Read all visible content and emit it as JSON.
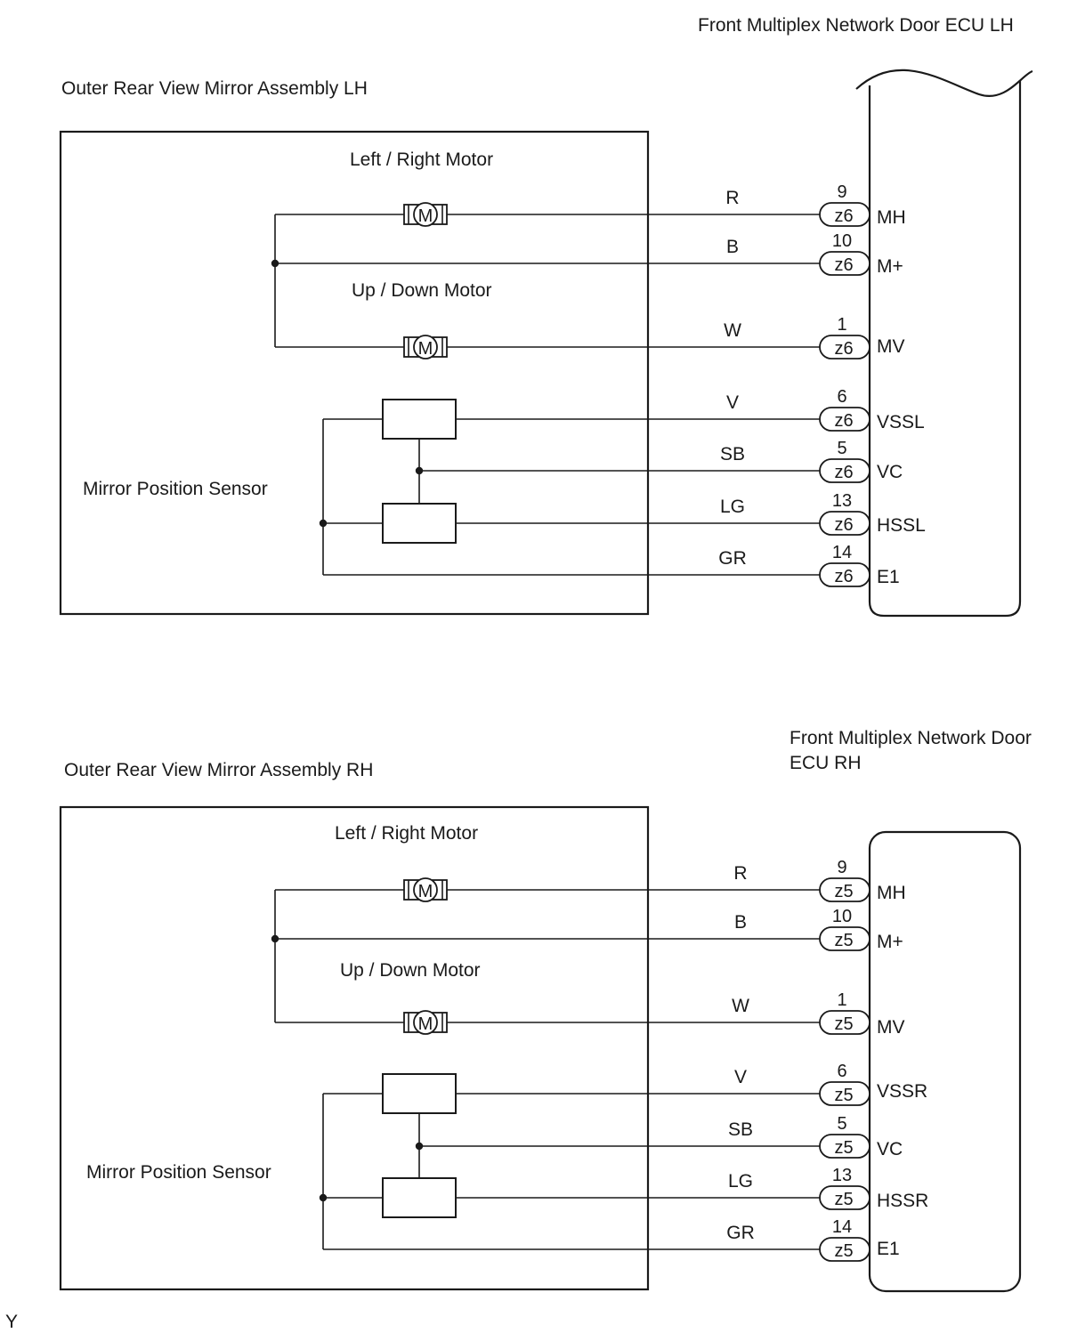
{
  "footer_mark": "Y",
  "circuits": [
    {
      "id": "lh",
      "assembly_title": "Outer Rear View Mirror Assembly LH",
      "ecu_title_lines": [
        "Front Multiplex Network Door ECU LH"
      ],
      "lr_motor_label": "Left  / Right Motor",
      "ud_motor_label": "Up / Down Motor",
      "sensor_label": "Mirror Position Sensor",
      "motor_symbol": "M",
      "connector": "z6",
      "wires": [
        {
          "color": "R",
          "pin": "9",
          "terminal": "MH"
        },
        {
          "color": "B",
          "pin": "10",
          "terminal": "M+"
        },
        {
          "color": "W",
          "pin": "1",
          "terminal": "MV"
        },
        {
          "color": "V",
          "pin": "6",
          "terminal": "VSSL"
        },
        {
          "color": "SB",
          "pin": "5",
          "terminal": "VC"
        },
        {
          "color": "LG",
          "pin": "13",
          "terminal": "HSSL"
        },
        {
          "color": "GR",
          "pin": "14",
          "terminal": "E1"
        }
      ]
    },
    {
      "id": "rh",
      "assembly_title": "Outer Rear View Mirror Assembly RH",
      "ecu_title_lines": [
        "Front Multiplex Network Door",
        "ECU RH"
      ],
      "lr_motor_label": "Left / Right Motor",
      "ud_motor_label": "Up / Down Motor",
      "sensor_label": "Mirror Position Sensor",
      "motor_symbol": "M",
      "connector": "z5",
      "wires": [
        {
          "color": "R",
          "pin": "9",
          "terminal": "MH"
        },
        {
          "color": "B",
          "pin": "10",
          "terminal": "M+"
        },
        {
          "color": "W",
          "pin": "1",
          "terminal": "MV"
        },
        {
          "color": "V",
          "pin": "6",
          "terminal": "VSSR"
        },
        {
          "color": "SB",
          "pin": "5",
          "terminal": "VC"
        },
        {
          "color": "LG",
          "pin": "13",
          "terminal": "HSSR"
        },
        {
          "color": "GR",
          "pin": "14",
          "terminal": "E1"
        }
      ]
    }
  ]
}
